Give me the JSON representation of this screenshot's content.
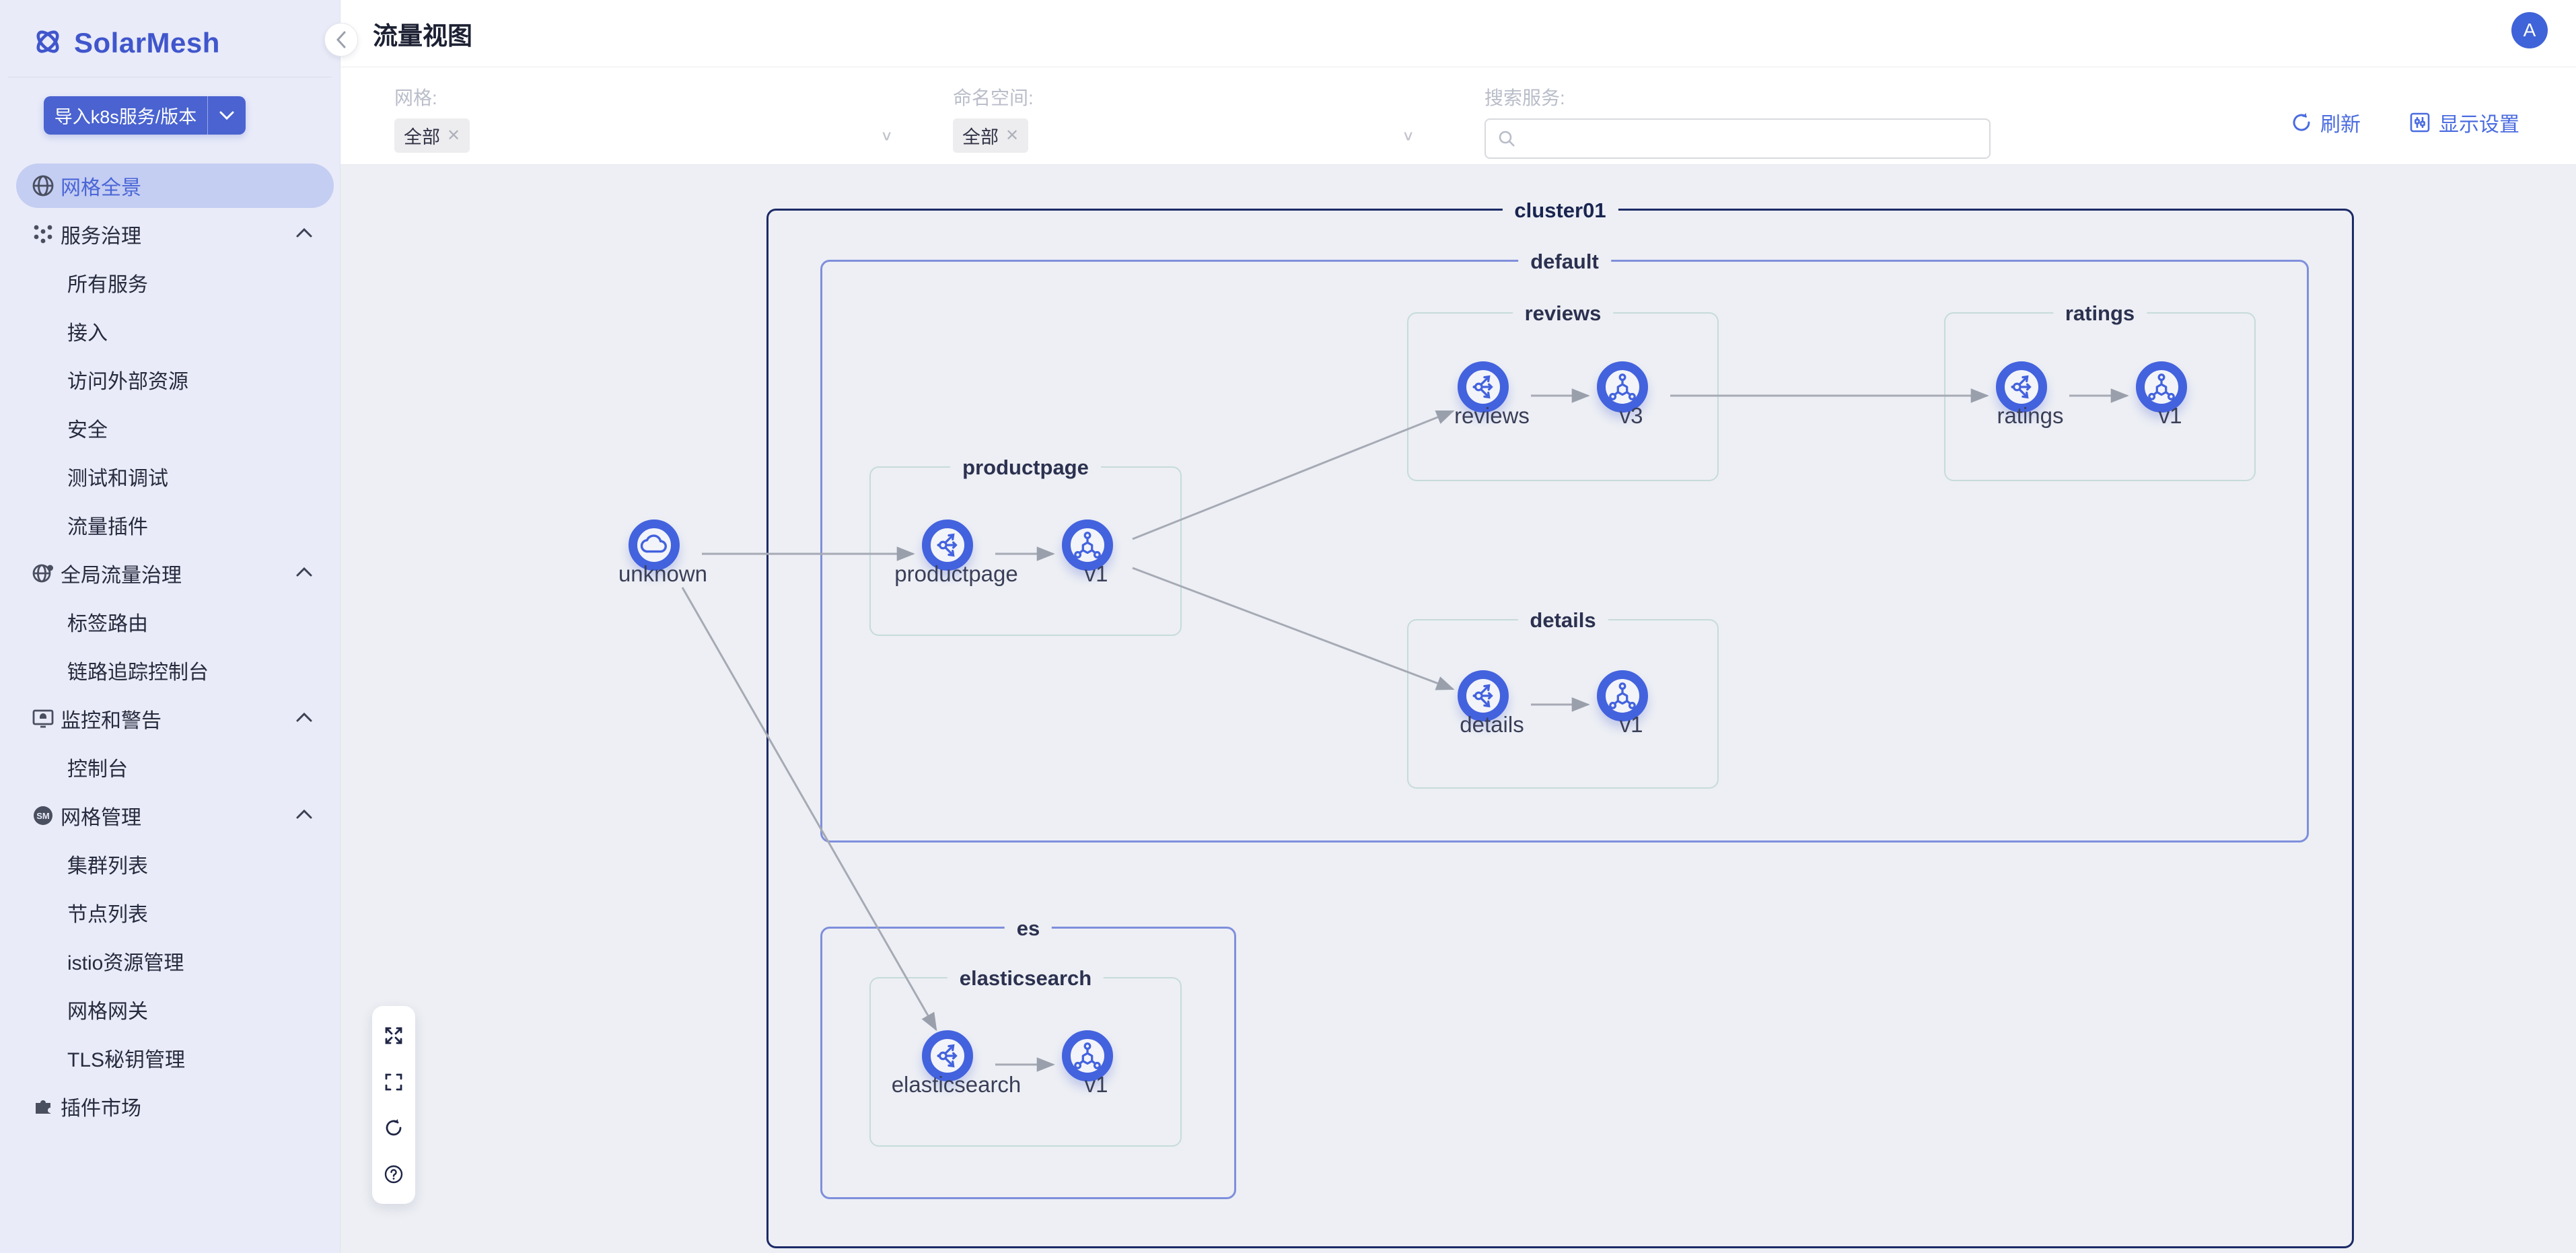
{
  "app": {
    "brand": "SolarMesh"
  },
  "sidebar": {
    "import_button": {
      "label": "导入k8s服务/版本"
    },
    "items": [
      {
        "label": "网格全景"
      },
      {
        "label": "服务治理"
      },
      {
        "label": "所有服务"
      },
      {
        "label": "接入"
      },
      {
        "label": "访问外部资源"
      },
      {
        "label": "安全"
      },
      {
        "label": "测试和调试"
      },
      {
        "label": "流量插件"
      },
      {
        "label": "全局流量治理"
      },
      {
        "label": "标签路由"
      },
      {
        "label": "链路追踪控制台"
      },
      {
        "label": "监控和警告"
      },
      {
        "label": "控制台"
      },
      {
        "label": "网格管理"
      },
      {
        "label": "集群列表"
      },
      {
        "label": "节点列表"
      },
      {
        "label": "istio资源管理"
      },
      {
        "label": "网格网关"
      },
      {
        "label": "TLS秘钥管理"
      },
      {
        "label": "插件市场"
      }
    ]
  },
  "header": {
    "title": "流量视图",
    "avatar_initial": "A"
  },
  "filterbar": {
    "mesh_label": "网格:",
    "mesh_value": "全部",
    "namespace_label": "命名空间:",
    "namespace_value": "全部",
    "search_label": "搜索服务:",
    "search_placeholder": "",
    "refresh_label": "刷新",
    "display_settings_label": "显示设置"
  },
  "graph": {
    "cluster_label": "cluster01",
    "namespaces": {
      "default": "default",
      "es": "es"
    },
    "groups": {
      "reviews": "reviews",
      "ratings": "ratings",
      "productpage": "productpage",
      "details": "details",
      "elasticsearch": "elasticsearch"
    },
    "nodes": {
      "unknown": "unknown",
      "productpage_svc": "productpage",
      "productpage_v1": "v1",
      "reviews_svc": "reviews",
      "reviews_v3": "v3",
      "ratings_svc": "ratings",
      "ratings_v1": "v1",
      "details_svc": "details",
      "details_v1": "v1",
      "elasticsearch_svc": "elasticsearch",
      "elasticsearch_v1": "v1"
    },
    "edges": [
      {
        "from": "unknown",
        "to": "productpage"
      },
      {
        "from": "unknown",
        "to": "elasticsearch"
      },
      {
        "from": "productpage",
        "to": "productpage-v1"
      },
      {
        "from": "productpage-v1",
        "to": "reviews"
      },
      {
        "from": "productpage-v1",
        "to": "details"
      },
      {
        "from": "reviews",
        "to": "reviews-v3"
      },
      {
        "from": "reviews-v3",
        "to": "ratings"
      },
      {
        "from": "ratings",
        "to": "ratings-v1"
      },
      {
        "from": "details",
        "to": "details-v1"
      },
      {
        "from": "elasticsearch",
        "to": "elasticsearch-v1"
      }
    ]
  },
  "colors": {
    "accent_blue": "#4362de",
    "sidebar_bg": "#e9ebf8",
    "active_pill": "#c4cdf2",
    "cluster_border": "#1c2b66",
    "namespace_border": "#7f8fdc",
    "app_group_border": "#c6dbda",
    "edge_gray": "#a6aab4",
    "canvas_bg": "#edeff4"
  }
}
